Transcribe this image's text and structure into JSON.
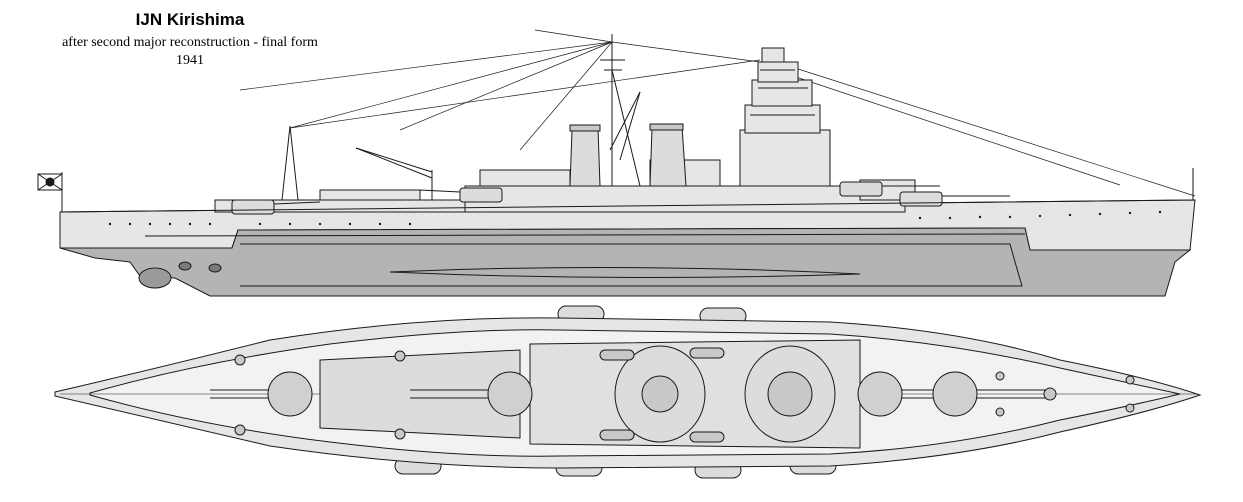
{
  "title": "IJN Kirishima",
  "subtitle": "after second major reconstruction - final form",
  "year": "1941",
  "colors": {
    "ink": "#1a1a1a",
    "hull_light": "#e6e6e6",
    "hull_lower": "#b4b4b4",
    "deck": "#dcdcdc",
    "background": "#ffffff"
  },
  "views": [
    "side-profile",
    "top-plan"
  ]
}
